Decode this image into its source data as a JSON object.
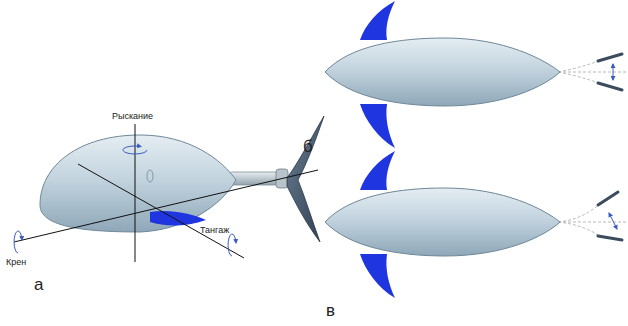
{
  "diagram": {
    "labels": [
      "Рыскание",
      "б",
      "Крен",
      "Тангаж",
      "а",
      "в"
    ]
  }
}
